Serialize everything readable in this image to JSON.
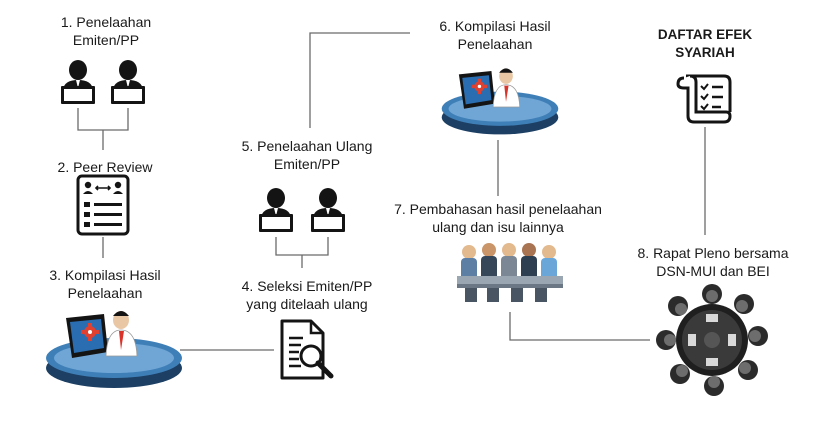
{
  "steps": {
    "s1": {
      "line1": "1. Penelaahan",
      "line2": "Emiten/PP"
    },
    "s2": {
      "line1": "2. Peer Review"
    },
    "s3": {
      "line1": "3. Kompilasi Hasil",
      "line2": "Penelaahan"
    },
    "s4": {
      "line1": "4. Seleksi Emiten/PP",
      "line2": "yang ditelaah ulang"
    },
    "s5": {
      "line1": "5. Penelaahan  Ulang",
      "line2": "Emiten/PP"
    },
    "s6": {
      "line1": "6. Kompilasi Hasil",
      "line2": "Penelaahan"
    },
    "s7": {
      "line1": "7. Pembahasan hasil penelaahan",
      "line2": "ulang dan isu lainnya"
    },
    "s8": {
      "line1": "8. Rapat Pleno bersama",
      "line2": "DSN-MUI dan BEI"
    }
  },
  "daftar": {
    "line1": "DAFTAR EFEK",
    "line2": "SYARIAH"
  },
  "icons": [
    "reviewer-person-icon",
    "peer-review-form-icon",
    "computer-platform-icon",
    "document-search-icon",
    "scroll-checklist-icon",
    "meeting-table-icon",
    "round-table-icon"
  ],
  "colors": {
    "line": "#6b6b6b",
    "icon": "#141414",
    "platform_top": "#3f7fb7",
    "platform_side": "#1c3f63",
    "gear": "#e0402f",
    "tie": "#d9342b"
  }
}
